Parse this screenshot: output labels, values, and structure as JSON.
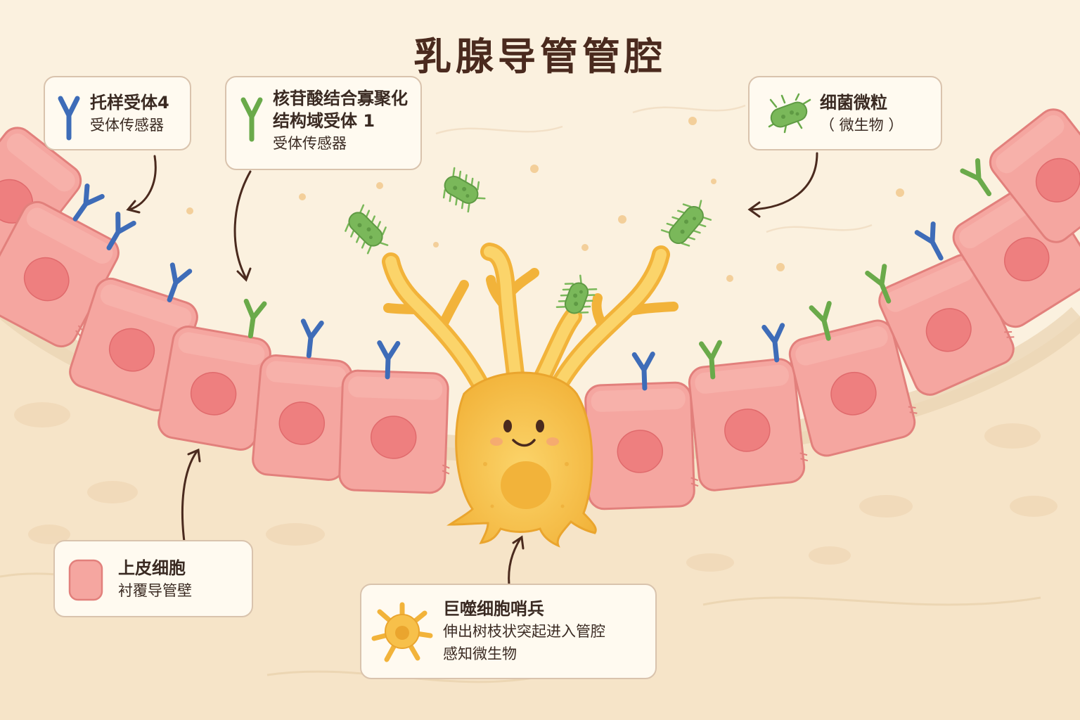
{
  "title": "乳腺导管管腔",
  "cards": {
    "tlr4": {
      "title": "托样受体4",
      "subtitle": "受体传感器"
    },
    "nod1": {
      "title_line1": "核苷酸结合寡聚化",
      "title_line2": "结构域受体 1",
      "subtitle": "受体传感器"
    },
    "bacteria": {
      "title": "细菌微粒",
      "subtitle": "（ 微生物 ）"
    },
    "epithelial": {
      "title": "上皮细胞",
      "subtitle": "衬覆导管壁"
    },
    "macrophage": {
      "title": "巨噬细胞哨兵",
      "line2": "伸出树枝状突起进入管腔",
      "line3": "感知微生物"
    }
  },
  "colors": {
    "background": "#fbf1df",
    "epithelial_cell": "#f5a6a0",
    "nucleus": "#ee7f7f",
    "macrophage": "#f7c04a",
    "tlr4_receptor": "#3e6cb8",
    "nod1_receptor": "#6aaa4a",
    "bacteria": "#7ab85a",
    "text": "#3a2a22"
  },
  "icons": {
    "tlr4": "blue-y-receptor-icon",
    "nod1": "green-y-receptor-icon",
    "bacteria": "rod-bacterium-icon",
    "epithelial": "pink-cell-icon",
    "macrophage": "star-cell-icon"
  }
}
